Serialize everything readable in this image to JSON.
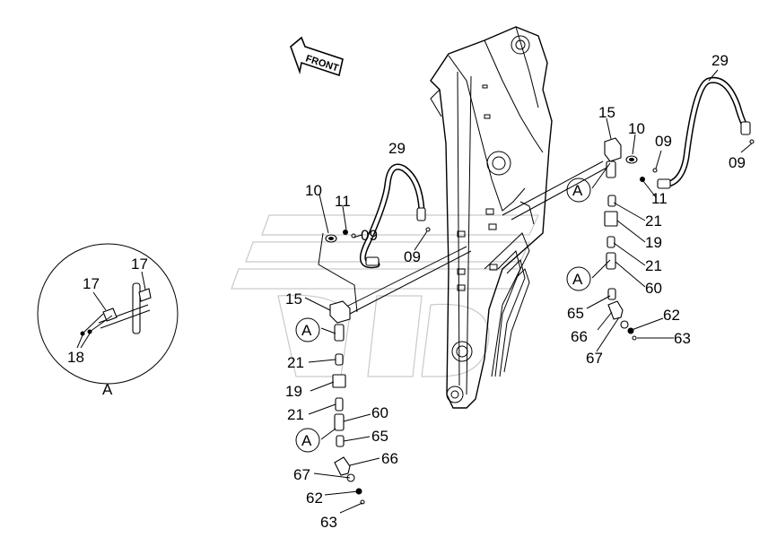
{
  "direction_arrow": {
    "label": "FRONT"
  },
  "detail_view": {
    "label": "A",
    "callouts": {
      "bracket_upper": "17",
      "bracket_lower": "17",
      "bolts": "18"
    }
  },
  "left_assembly": {
    "hose": "29",
    "clamp": "10",
    "bolt": "11",
    "washer_upper": "09",
    "washer_lower": "09",
    "block": "15",
    "view_ref_upper": "A",
    "seal_upper": "21",
    "valve": "19",
    "seal_lower": "21",
    "adapter": "60",
    "view_ref_lower": "A",
    "nipple": "65",
    "elbow": "66",
    "connector": "67",
    "plug": "62",
    "cap": "63"
  },
  "right_assembly": {
    "block": "15",
    "clamp": "10",
    "washer_upper": "09",
    "hose": "29",
    "washer_end": "09",
    "bolt": "11",
    "view_ref_upper": "A",
    "seal_upper": "21",
    "valve": "19",
    "seal_lower": "21",
    "view_ref_lower": "A",
    "adapter": "60",
    "nipple": "65",
    "elbow": "66",
    "connector": "67",
    "plug": "62",
    "cap": "63"
  }
}
